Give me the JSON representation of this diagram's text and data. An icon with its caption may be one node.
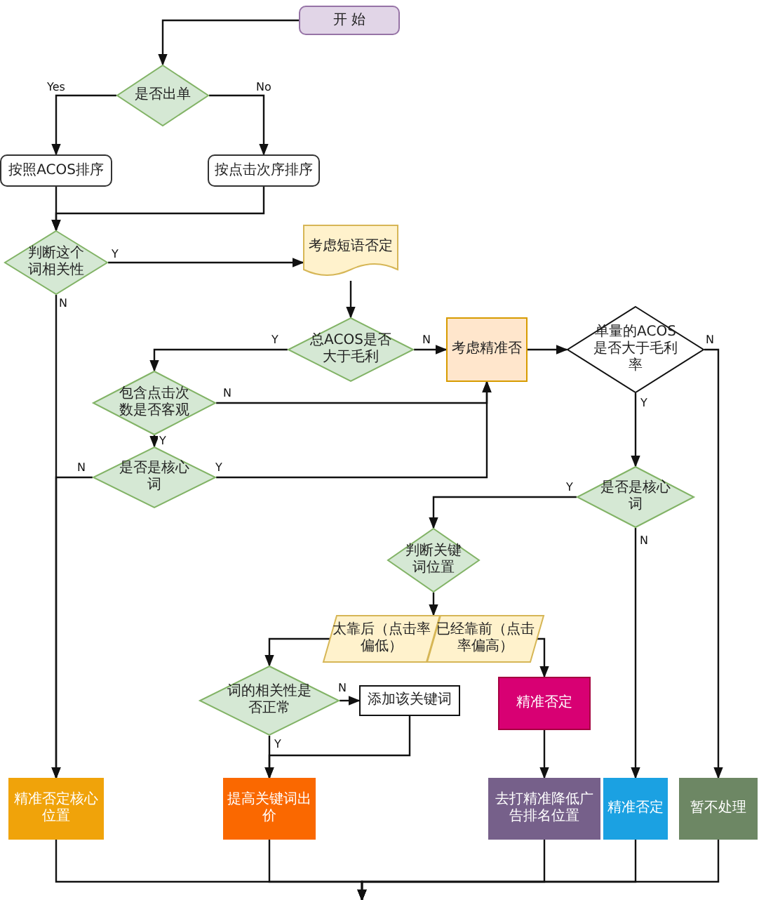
{
  "diagram": {
    "nodes": [
      {
        "text": [
          "开 始"
        ]
      },
      {
        "text": [
          "是否出单"
        ]
      },
      {
        "text": [
          "按照ACOS排序"
        ]
      },
      {
        "text": [
          "按点击次序排序"
        ]
      },
      {
        "text": [
          "判断这个词相关性"
        ]
      },
      {
        "text": [
          "考虑短语否定"
        ]
      },
      {
        "text": [
          "总ACOS是否大于毛利"
        ]
      },
      {
        "text": [
          "考虑精准否"
        ]
      },
      {
        "text": [
          "单量的ACOS是否大于毛利率"
        ]
      },
      {
        "text": [
          "包含点击次数是否客观"
        ]
      },
      {
        "text": [
          "是否是核心词"
        ]
      },
      {
        "text": [
          "是否是核心词"
        ]
      },
      {
        "text": [
          "判断关键词位置"
        ]
      },
      {
        "text": [
          "太靠后（点击率偏低）"
        ]
      },
      {
        "text": [
          "已经靠前（点击率偏高）"
        ]
      },
      {
        "text": [
          "词的相关性是否正常"
        ]
      },
      {
        "text": [
          "添加该关键词"
        ]
      },
      {
        "text": [
          "精准否定"
        ]
      },
      {
        "text": [
          "精准否定核心位置"
        ]
      },
      {
        "text": [
          "提高关键词出价"
        ]
      },
      {
        "text": [
          "去打精准降低广告排名位置"
        ]
      },
      {
        "text": [
          "精准否定"
        ]
      },
      {
        "text": [
          "暂不处理"
        ]
      }
    ],
    "edges": [
      {
        "from": 0,
        "to": 1,
        "arrow": "to"
      },
      {
        "from": 1,
        "to": 2,
        "arrow": "to",
        "label": "Yes"
      },
      {
        "from": 1,
        "to": 3,
        "arrow": "to",
        "label": "No"
      },
      {
        "from": 2,
        "to": 4,
        "arrow": "to"
      },
      {
        "from": 3,
        "to": 4,
        "arrow": "to"
      },
      {
        "from": 4,
        "to": 5,
        "arrow": "to",
        "label": "Y"
      },
      {
        "from": 4,
        "to": 18,
        "arrow": "to",
        "label": "N"
      },
      {
        "from": 5,
        "to": 6,
        "arrow": "to"
      },
      {
        "from": 6,
        "to": 9,
        "arrow": "to",
        "label": "Y"
      },
      {
        "from": 6,
        "to": 7,
        "arrow": "to",
        "label": "N"
      },
      {
        "from": 9,
        "to": 7,
        "arrow": "to",
        "label": "N"
      },
      {
        "from": 9,
        "to": 10,
        "arrow": "to",
        "label": "Y"
      },
      {
        "from": 10,
        "to": 7,
        "arrow": "to",
        "label": "Y"
      },
      {
        "from": 10,
        "to": 18,
        "arrow": "to",
        "label": "N"
      },
      {
        "from": 7,
        "to": 8,
        "arrow": "to"
      },
      {
        "from": 8,
        "to": 11,
        "arrow": "to",
        "label": "Y"
      },
      {
        "from": 8,
        "to": 22,
        "arrow": "to",
        "label": "N"
      },
      {
        "from": 11,
        "to": 12,
        "arrow": "to",
        "label": "Y"
      },
      {
        "from": 11,
        "to": 21,
        "arrow": "to",
        "label": "N"
      },
      {
        "from": 12,
        "to": 13,
        "arrow": "to"
      },
      {
        "from": 13,
        "to": 15,
        "arrow": "to"
      },
      {
        "from": 14,
        "to": 17,
        "arrow": "to"
      },
      {
        "from": 15,
        "to": 16,
        "arrow": "to",
        "label": "N"
      },
      {
        "from": 15,
        "to": 19,
        "arrow": "to",
        "label": "Y"
      },
      {
        "from": 16,
        "to": 19,
        "arrow": "to"
      },
      {
        "from": 17,
        "to": 20,
        "arrow": "to"
      },
      {
        "from": 18,
        "to": null,
        "arrow": "to"
      },
      {
        "from": 19,
        "to": null,
        "arrow": "to"
      },
      {
        "from": 20,
        "to": null,
        "arrow": "to"
      },
      {
        "from": 21,
        "to": null,
        "arrow": "to"
      },
      {
        "from": 22,
        "to": null,
        "arrow": "to"
      }
    ]
  }
}
